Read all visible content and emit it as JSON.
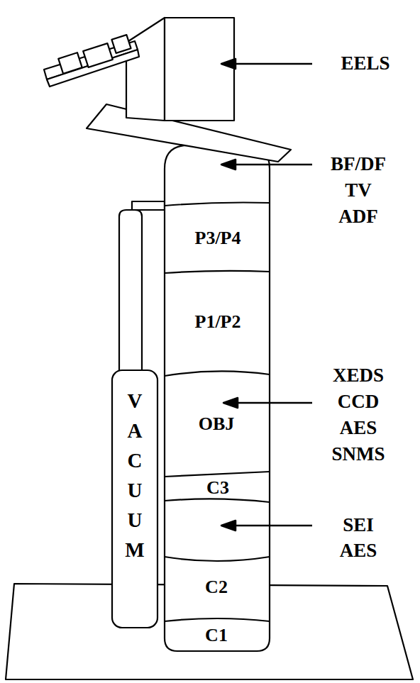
{
  "diagram": {
    "nodes": [
      {
        "text": [
          "P3/P4"
        ]
      },
      {
        "text": [
          "P1/P2"
        ]
      },
      {
        "text": [
          "OBJ"
        ]
      },
      {
        "text": [
          "C3"
        ]
      },
      {
        "text": [
          "C2"
        ]
      },
      {
        "text": [
          "C1"
        ]
      },
      {
        "text": [
          "VACUUM"
        ]
      }
    ],
    "labels": [
      "EELS",
      "BF/DF",
      "TV",
      "ADF",
      "XEDS",
      "CCD",
      "AES",
      "SNMS",
      "SEI",
      "AES"
    ]
  }
}
